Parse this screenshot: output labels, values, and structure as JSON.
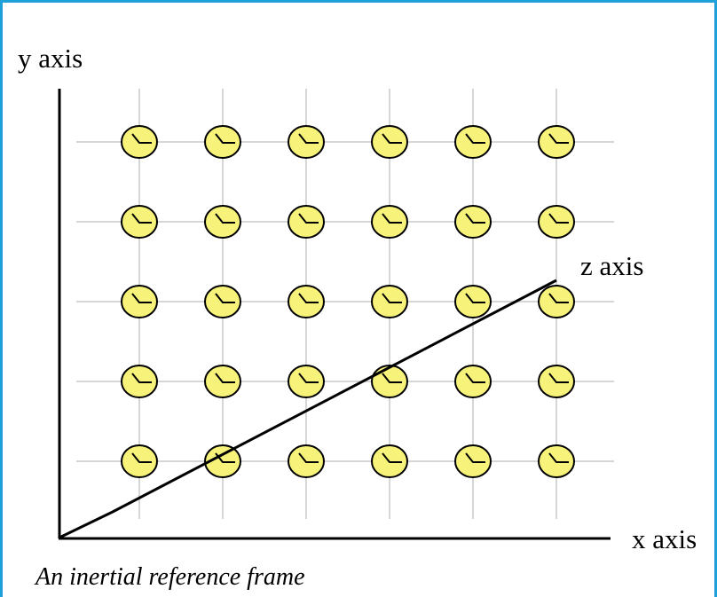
{
  "labels": {
    "y_axis": "y axis",
    "x_axis": "x axis",
    "z_axis": "z axis"
  },
  "caption": "An inertial reference frame",
  "grid": {
    "columns": 6,
    "rows": 5
  },
  "clock_icon": "clock-icon",
  "colors": {
    "frame_border": "#1fa0d8",
    "clock_face": "#f7f37a",
    "grid_line": "#c8c8c8"
  }
}
